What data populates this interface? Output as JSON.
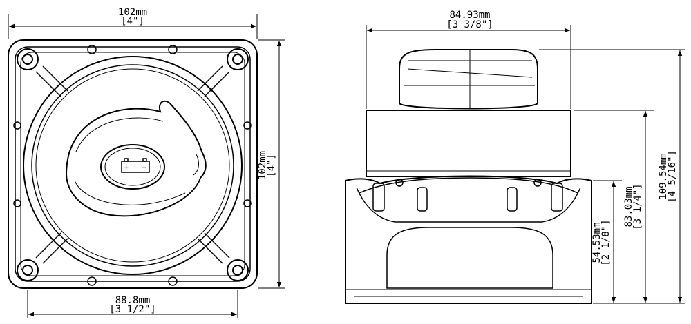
{
  "dimensions": {
    "top_width": {
      "metric": "102mm",
      "imperial": "[4\"]"
    },
    "side_height": {
      "metric": "102mm",
      "imperial": "[4\"]"
    },
    "bottom_width": {
      "metric": "88.8mm",
      "imperial": "[3 1/2\"]"
    },
    "knob_width": {
      "metric": "84.93mm",
      "imperial": "[3 3/8\"]"
    },
    "base_height": {
      "metric": "54.53mm",
      "imperial": "[2 1/8\"]"
    },
    "body_height": {
      "metric": "83.03mm",
      "imperial": "[3 1/4\"]"
    },
    "total_height": {
      "metric": "109.54mm",
      "imperial": "[4 5/16\"]"
    }
  },
  "battery_symbol": {
    "plus": "+",
    "minus": "−"
  }
}
